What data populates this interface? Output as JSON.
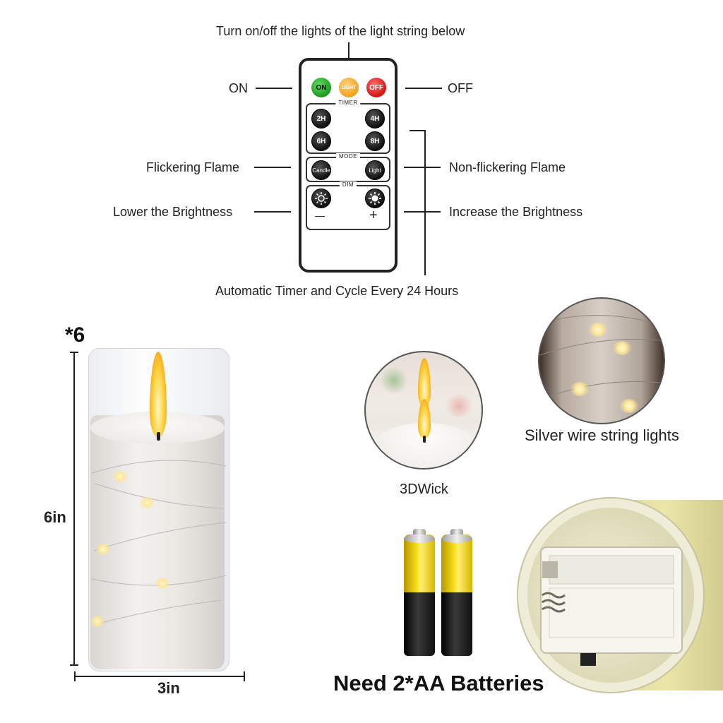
{
  "remote_diagram": {
    "top_caption": "Turn on/off the lights of the light string below",
    "bottom_caption": "Automatic Timer and Cycle Every 24 Hours",
    "callouts": {
      "on": "ON",
      "off": "OFF",
      "flickering": "Flickering Flame",
      "non_flickering": "Non-flickering Flame",
      "lower": "Lower the Brightness",
      "increase": "Increase the Brightness"
    },
    "buttons": {
      "on": "ON",
      "light": "LIGHT",
      "off": "OFF",
      "h2": "2H",
      "h4": "4H",
      "h6": "6H",
      "h8": "8H",
      "candle": "Candle",
      "light_mode": "Light",
      "minus": "—",
      "plus": "+"
    },
    "sections": {
      "timer": "TIMER",
      "mode": "MODE",
      "dim": "DIM"
    },
    "colors": {
      "on": "#1d9a1d",
      "light": "#f2a21b",
      "off": "#d41414"
    }
  },
  "product": {
    "quantity": "*6",
    "height": "6in",
    "width": "3in",
    "wick_caption": "3DWick",
    "string_caption": "Silver wire string lights",
    "battery_caption": "Need 2*AA Batteries"
  }
}
